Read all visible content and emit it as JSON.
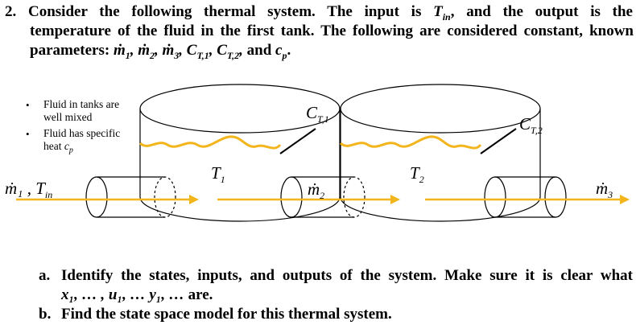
{
  "question": {
    "number": "2.",
    "line1_prefix": "Consider the following thermal system. The input is ",
    "input_var": "T",
    "input_sub": "in",
    "line1_suffix": ", and the output is the",
    "line2": "temperature of the fluid in the first tank. The following are considered constant, known",
    "line3_prefix": "parameters: ",
    "params": [
      "ṁ₁",
      "ṁ₂",
      "ṁ₃",
      "C_T,1",
      "C_T,2",
      "c_p"
    ],
    "params_display": "ṁ₁, ṁ₂, ṁ₃, C",
    "line3_conj": "and",
    "line3_end": "."
  },
  "diagram": {
    "notes": [
      {
        "bullet": "•",
        "text": "Fluid in tanks are well mixed"
      },
      {
        "bullet": "•",
        "text": "Fluid has specific heat c_p"
      }
    ],
    "note1_line1": "Fluid in tanks are",
    "note1_line2": "well mixed",
    "note2_line1": "Fluid has specific",
    "note2_line2": "heat ",
    "note2_var": "c",
    "note2_sub": "p",
    "labels": {
      "m1_tin": "ṁ₁ , T",
      "m1_tin_sub": "in",
      "T1": "T",
      "T1_sub": "1",
      "T2": "T",
      "T2_sub": "2",
      "m2": "ṁ",
      "m2_sub": "2",
      "m3": "ṁ",
      "m3_sub": "3",
      "CT1": "C",
      "CT1_sub": "T,1",
      "CT2": "C",
      "CT2_sub": "T,2"
    },
    "colors": {
      "flow_arrow": "#F2B51B",
      "fluid_surface": "#F2B51B",
      "outline": "#000000"
    }
  },
  "parts": [
    {
      "label": "a.",
      "text_line1": "Identify the states, inputs, and outputs of the system. Make sure it is clear what",
      "text_line2_vars": "x₁, … , u₁, … y₁, …",
      "text_line2_end": " are."
    },
    {
      "label": "b.",
      "text": "Find the state space model for this thermal system."
    }
  ]
}
